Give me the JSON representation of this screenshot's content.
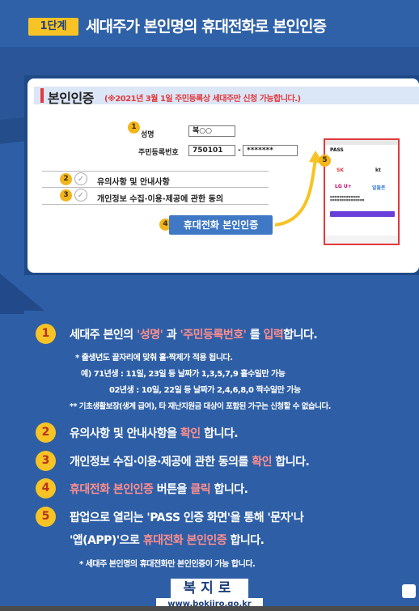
{
  "header": {
    "step_badge": "1단계",
    "title": "세대주가 본인명의 휴대전화로 본인인증"
  },
  "panel": {
    "title": "본인인증",
    "subtitle": "(※2021년 3월 1일 주민등록상 세대주만 신청 가능합니다.)",
    "name_label": "성명",
    "name_value": "복○○",
    "id_label": "주민등록번호",
    "id_front": "750101",
    "id_dash": "-",
    "id_back": "*******",
    "check1_label": "유의사항 및 안내사항",
    "check2_label": "개인정보 수집·이용·제공에 관한 동의",
    "verify_button": "휴대전화 본인인증",
    "markers": [
      "1",
      "2",
      "3",
      "4",
      "5"
    ]
  },
  "popup": {
    "title": "PASS",
    "carrier1": "SK",
    "carrier2": "kt",
    "carrier3": "LG U+",
    "carrier4": "알뜰폰"
  },
  "instructions": {
    "step1_num": "1",
    "step1_a": "세대주 본인의 ",
    "step1_name": "'성명'",
    "step1_b": " 과 ",
    "step1_id": "'주민등록번호'",
    "step1_c": " 를 ",
    "step1_input": "입력",
    "step1_d": "합니다.",
    "note1": "* 출생년도 끝자리에 맞춰 홀·짝제가 적용 됩니다.",
    "note2": "예) 71년생 : 11일, 23일 등 날짜가 1,3,5,7,9 홀수일만 가능",
    "note3": "02년생 : 10일, 22일 등 날짜가 2,4,6,8,0 짝수일만 가능",
    "note4": "** 기초생활보장(생계 급여), 타 재난지원금 대상이 포함된 가구는 신청할 수 없습니다.",
    "step2_num": "2",
    "step2_a": "유의사항 및 안내사항을 ",
    "step2_hl": "확인",
    "step2_b": " 합니다.",
    "step3_num": "3",
    "step3_a": "개인정보 수집·이용·제공에 관한 동의를 ",
    "step3_hl": "확인",
    "step3_b": " 합니다.",
    "step4_num": "4",
    "step4_hl1": "휴대전화 본인인증",
    "step4_a": " 버튼을 ",
    "step4_hl2": "클릭",
    "step4_b": " 합니다.",
    "step5_num": "5",
    "step5_line1": "팝업으로 열리는 'PASS 인증 화면'을 통해 '문자'나",
    "step5_a": "'앱(APP)'으로 ",
    "step5_hl": "휴대전화 본인인증",
    "step5_b": " 합니다.",
    "note5": "* 세대주 본인명의 휴대전화만 본인인증이 가능 합니다."
  },
  "footer": {
    "logo": "복지로",
    "url": "www.bokjiro.go.kr"
  },
  "colors": {
    "background": "#2e5fa6",
    "accent_yellow": "#f7c325",
    "highlight_pink": "#ff8e8e",
    "red": "#e2393e"
  }
}
